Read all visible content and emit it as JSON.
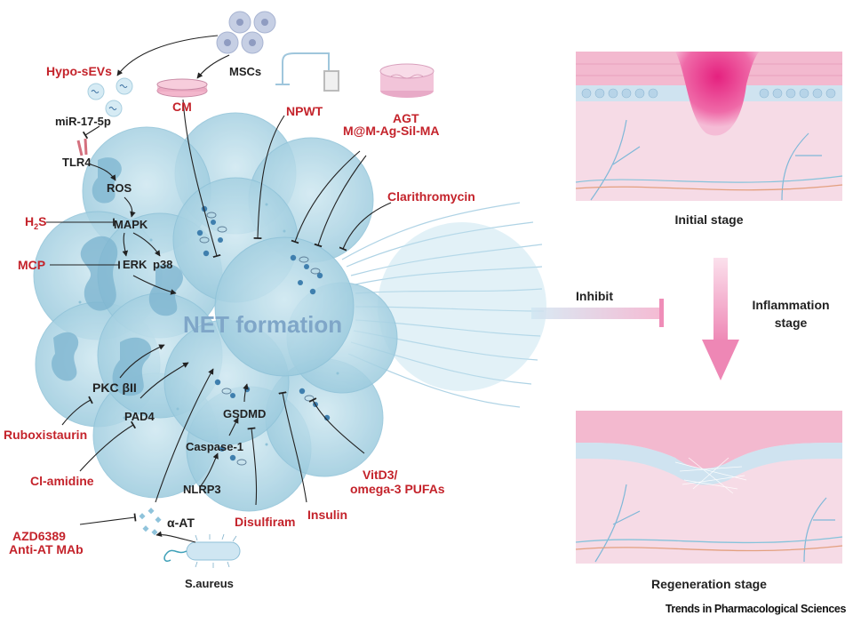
{
  "center_label": "NET formation",
  "sources": {
    "mscs": "MSCs",
    "hypo_sevs": "Hypo-sEVs",
    "mir": "miR-17-5p",
    "cm": "CM",
    "npwt": "NPWT",
    "agt": "AGT",
    "mma": "M@M-Ag-Sil-MA",
    "clarithromycin": "Clarithromycin",
    "h2s_main": "H",
    "h2s_sub": "2",
    "h2s_end": "S",
    "mcp": "MCP",
    "ruboxistaurin": "Ruboxistaurin",
    "cl_amidine": "Cl-amidine",
    "azd": "AZD6389",
    "anti_at": "Anti-AT MAb",
    "disulfiram": "Disulfiram",
    "insulin": "Insulin",
    "vitd3": "VitD3/",
    "omega": "omega-3 PUFAs"
  },
  "pathway": {
    "tlr4": "TLR4",
    "ros": "ROS",
    "mapk": "MAPK",
    "erk": "ERK",
    "p38": "p38",
    "pkc": "PKC βII",
    "pad4": "PAD4",
    "gsdmd": "GSDMD",
    "caspase": "Caspase-1",
    "nlrp3": "NLRP3",
    "alpha_at": "α-AT",
    "saureus": "S.aureus"
  },
  "right_panel": {
    "initial": "Initial stage",
    "inflammation_1": "Inflammation",
    "inflammation_2": "stage",
    "regeneration": "Regeneration stage",
    "inhibit": "Inhibit"
  },
  "credit": "Trends in Pharmacological Sciences",
  "colors": {
    "label_red": "#c4232b",
    "cell_blue": "#a9d3e4",
    "skin_pink": "#f2b7d0",
    "wound_magenta": "#e5217f"
  }
}
